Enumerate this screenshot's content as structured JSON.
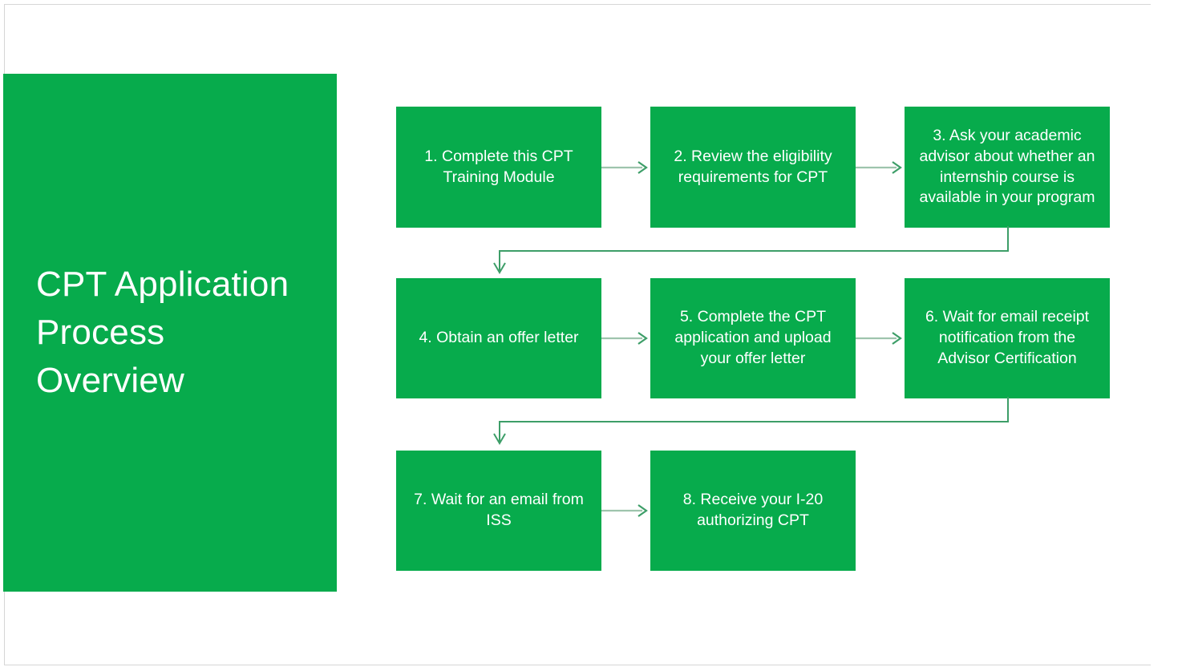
{
  "slide": {
    "title": "CPT Application Process Overview",
    "title_lines": "CPT Application\nProcess\nOverview"
  },
  "colors": {
    "brand_green": "#07ab4c",
    "title_text": "#ffffff",
    "arrow_shaft": "#9ec4ad",
    "arrow_head": "#3d9e68",
    "connector_line": "#3d9e68",
    "scrollbar_thumb": "#e3e3e3",
    "page_background": "#ffffff",
    "page_border": "#d6d6d6"
  },
  "flowchart": {
    "type": "process-flow",
    "step_count": 8,
    "steps": [
      {
        "number": "1",
        "text": "1. Complete this CPT Training Module",
        "row": 1,
        "col": 1
      },
      {
        "number": "2",
        "text": "2. Review the eligibility requirements for CPT",
        "row": 1,
        "col": 2
      },
      {
        "number": "3",
        "text": "3. Ask your academic advisor about whether an internship course is available in your program",
        "row": 1,
        "col": 3
      },
      {
        "number": "4",
        "text": "4. Obtain an offer letter",
        "row": 2,
        "col": 1
      },
      {
        "number": "5",
        "text": "5. Complete the CPT application and upload your offer letter",
        "row": 2,
        "col": 2
      },
      {
        "number": "6",
        "text": "6. Wait for email receipt notification from the Advisor Certification",
        "row": 2,
        "col": 3
      },
      {
        "number": "7",
        "text": "7. Wait for an email from ISS",
        "row": 3,
        "col": 1
      },
      {
        "number": "8",
        "text": "8. Receive your I-20 authorizing CPT",
        "row": 3,
        "col": 2
      }
    ],
    "connectors": [
      {
        "from": "1",
        "to": "2",
        "kind": "horizontal-arrow"
      },
      {
        "from": "2",
        "to": "3",
        "kind": "horizontal-arrow"
      },
      {
        "from": "3",
        "to": "4",
        "kind": "wrap-down-left-arrow"
      },
      {
        "from": "4",
        "to": "5",
        "kind": "horizontal-arrow"
      },
      {
        "from": "5",
        "to": "6",
        "kind": "horizontal-arrow"
      },
      {
        "from": "6",
        "to": "7",
        "kind": "wrap-down-left-arrow"
      },
      {
        "from": "7",
        "to": "8",
        "kind": "horizontal-arrow"
      }
    ]
  },
  "scrollbar": {
    "orientation": "vertical",
    "thumb_label": "vertical-scroll-thumb"
  }
}
